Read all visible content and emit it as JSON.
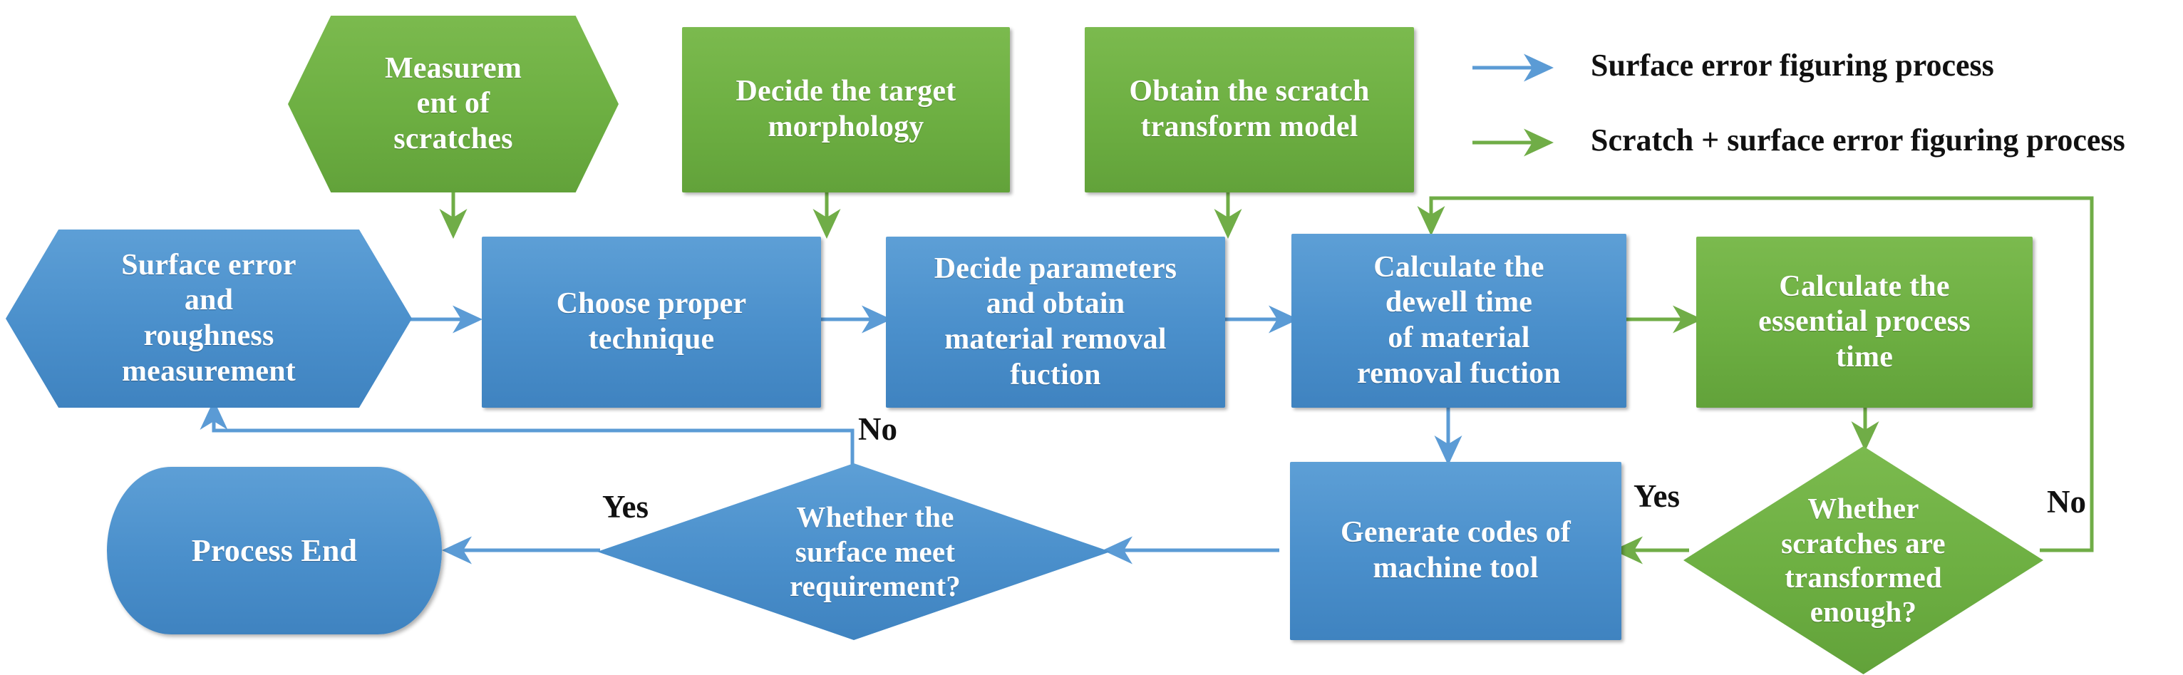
{
  "diagram": {
    "title": "Scratch and surface error figuring process flowchart",
    "colors": {
      "blue": "#4A8FCB",
      "green": "#6DAF42",
      "blue_edge": "#5B9BD5",
      "green_edge": "#70AD47",
      "label_text": "#111111",
      "node_text": "#FFFFFF",
      "background": "#FFFFFF"
    },
    "nodes": [
      {
        "id": "measurement-of-scratches",
        "label": "Measurem ent of scratches",
        "shape": "hexagon",
        "color": "green"
      },
      {
        "id": "decide-target-morphology",
        "label": "Decide the target morphology",
        "shape": "rectangle",
        "color": "green"
      },
      {
        "id": "obtain-scratch-transform-model",
        "label": "Obtain the scratch transform model",
        "shape": "rectangle",
        "color": "green"
      },
      {
        "id": "surface-error-roughness-measurement",
        "label": "Surface error and roughness measurement",
        "shape": "hexagon",
        "color": "blue"
      },
      {
        "id": "choose-proper-technique",
        "label": "Choose proper technique",
        "shape": "rectangle",
        "color": "blue"
      },
      {
        "id": "decide-parameters",
        "label": "Decide parameters and obtain material removal fuction",
        "shape": "rectangle",
        "color": "blue"
      },
      {
        "id": "calculate-dewell-time",
        "label": "Calculate the dewell time of material removal fuction",
        "shape": "rectangle",
        "color": "blue"
      },
      {
        "id": "calculate-essential-process-time",
        "label": "Calculate the essential process time",
        "shape": "rectangle",
        "color": "green"
      },
      {
        "id": "generate-codes",
        "label": "Generate codes of machine tool",
        "shape": "rectangle",
        "color": "blue"
      },
      {
        "id": "whether-surface-meet-requirement",
        "label": "Whether the surface meet requirement?",
        "shape": "diamond",
        "color": "blue"
      },
      {
        "id": "whether-scratches-transformed",
        "label": "Whether scratches are transformed enough?",
        "shape": "diamond",
        "color": "green"
      },
      {
        "id": "process-end",
        "label": "Process End",
        "shape": "cylinder",
        "color": "blue"
      }
    ],
    "node_labels": {
      "measurement_of_scratches": "Measurem ent of scratches",
      "decide_target_morphology": "Decide the target morphology",
      "obtain_scratch_transform_model": "Obtain the scratch transform model",
      "surface_error_roughness_measurement": "Surface error and roughness measurement",
      "choose_proper_technique": "Choose proper technique",
      "decide_parameters": "Decide parameters and obtain material removal fuction",
      "calculate_dewell_time": "Calculate the dewell time of material removal fuction",
      "calculate_essential_process_time": "Calculate the essential process time",
      "generate_codes": "Generate codes of machine tool",
      "whether_surface_meet_requirement": "Whether the surface meet requirement?",
      "whether_scratches_transformed": "Whether scratches are transformed enough?",
      "process_end": "Process End"
    },
    "node_lines": {
      "measurement_of_scratches": [
        "Measurem",
        "ent of",
        "scratches"
      ],
      "decide_target_morphology": [
        "Decide the target",
        "morphology"
      ],
      "obtain_scratch_transform_model": [
        "Obtain the scratch",
        "transform model"
      ],
      "surface_error_roughness_measurement": [
        "Surface error",
        "and",
        "roughness",
        "measurement"
      ],
      "choose_proper_technique": [
        "Choose proper",
        "technique"
      ],
      "decide_parameters": [
        "Decide parameters",
        "and obtain",
        "material removal",
        "fuction"
      ],
      "calculate_dewell_time": [
        "Calculate the",
        "dewell time",
        "of material",
        "removal fuction"
      ],
      "calculate_essential_process_time": [
        "Calculate the",
        "essential process",
        "time"
      ],
      "generate_codes": [
        "Generate codes of",
        "machine tool"
      ],
      "whether_surface_meet_requirement": [
        "Whether the",
        "surface meet",
        "requirement?"
      ],
      "whether_scratches_transformed": [
        "Whether",
        "scratches are",
        "transformed",
        "enough?"
      ],
      "process_end": [
        "Process End"
      ]
    },
    "edge_labels": {
      "no_surface": "No",
      "yes_surface": "Yes",
      "yes_scratches": "Yes",
      "no_scratches": "No"
    },
    "legend": {
      "items": [
        {
          "id": "legend-surface-error",
          "color": "#5B9BD5",
          "text": "Surface error figuring process"
        },
        {
          "id": "legend-scratch-surface-error",
          "color": "#70AD47",
          "text": "Scratch + surface error figuring process"
        }
      ]
    }
  }
}
